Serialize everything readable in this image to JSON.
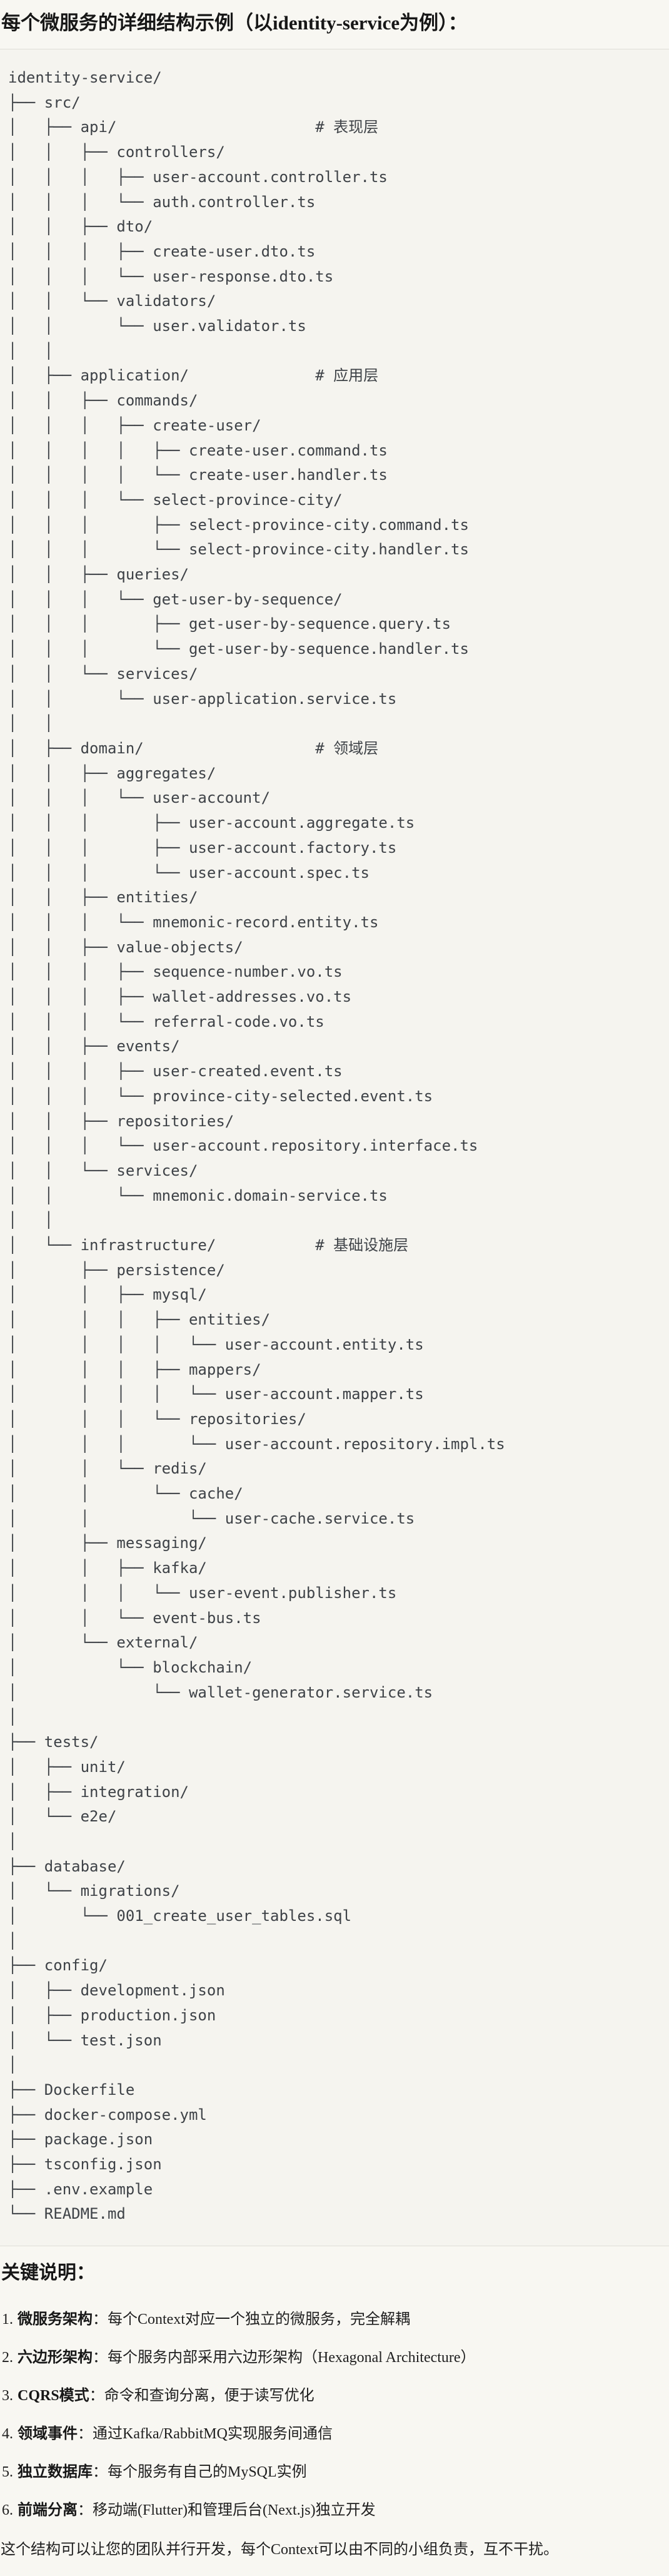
{
  "title": "每个微服务的详细结构示例（以identity-service为例）：",
  "tree": {
    "lines": [
      "identity-service/",
      "├── src/",
      "│   ├── api/                      # 表现层",
      "│   │   ├── controllers/",
      "│   │   │   ├── user-account.controller.ts",
      "│   │   │   └── auth.controller.ts",
      "│   │   ├── dto/",
      "│   │   │   ├── create-user.dto.ts",
      "│   │   │   └── user-response.dto.ts",
      "│   │   └── validators/",
      "│   │       └── user.validator.ts",
      "│   │",
      "│   ├── application/              # 应用层",
      "│   │   ├── commands/",
      "│   │   │   ├── create-user/",
      "│   │   │   │   ├── create-user.command.ts",
      "│   │   │   │   └── create-user.handler.ts",
      "│   │   │   └── select-province-city/",
      "│   │   │       ├── select-province-city.command.ts",
      "│   │   │       └── select-province-city.handler.ts",
      "│   │   ├── queries/",
      "│   │   │   └── get-user-by-sequence/",
      "│   │   │       ├── get-user-by-sequence.query.ts",
      "│   │   │       └── get-user-by-sequence.handler.ts",
      "│   │   └── services/",
      "│   │       └── user-application.service.ts",
      "│   │",
      "│   ├── domain/                   # 领域层",
      "│   │   ├── aggregates/",
      "│   │   │   └── user-account/",
      "│   │   │       ├── user-account.aggregate.ts",
      "│   │   │       ├── user-account.factory.ts",
      "│   │   │       └── user-account.spec.ts",
      "│   │   ├── entities/",
      "│   │   │   └── mnemonic-record.entity.ts",
      "│   │   ├── value-objects/",
      "│   │   │   ├── sequence-number.vo.ts",
      "│   │   │   ├── wallet-addresses.vo.ts",
      "│   │   │   └── referral-code.vo.ts",
      "│   │   ├── events/",
      "│   │   │   ├── user-created.event.ts",
      "│   │   │   └── province-city-selected.event.ts",
      "│   │   ├── repositories/",
      "│   │   │   └── user-account.repository.interface.ts",
      "│   │   └── services/",
      "│   │       └── mnemonic.domain-service.ts",
      "│   │",
      "│   └── infrastructure/           # 基础设施层",
      "│       ├── persistence/",
      "│       │   ├── mysql/",
      "│       │   │   ├── entities/",
      "│       │   │   │   └── user-account.entity.ts",
      "│       │   │   ├── mappers/",
      "│       │   │   │   └── user-account.mapper.ts",
      "│       │   │   └── repositories/",
      "│       │   │       └── user-account.repository.impl.ts",
      "│       │   └── redis/",
      "│       │       └── cache/",
      "│       │           └── user-cache.service.ts",
      "│       ├── messaging/",
      "│       │   ├── kafka/",
      "│       │   │   └── user-event.publisher.ts",
      "│       │   └── event-bus.ts",
      "│       └── external/",
      "│           └── blockchain/",
      "│               └── wallet-generator.service.ts",
      "│",
      "├── tests/",
      "│   ├── unit/",
      "│   ├── integration/",
      "│   └── e2e/",
      "│",
      "├── database/",
      "│   └── migrations/",
      "│       └── 001_create_user_tables.sql",
      "│",
      "├── config/",
      "│   ├── development.json",
      "│   ├── production.json",
      "│   └── test.json",
      "│",
      "├── Dockerfile",
      "├── docker-compose.yml",
      "├── package.json",
      "├── tsconfig.json",
      "├── .env.example",
      "└── README.md"
    ]
  },
  "notes": {
    "heading": "关键说明：",
    "items": [
      {
        "num": "1.",
        "term": "微服务架构",
        "desc": "：每个Context对应一个独立的微服务，完全解耦"
      },
      {
        "num": "2.",
        "term": "六边形架构",
        "desc": "：每个服务内部采用六边形架构（Hexagonal Architecture）"
      },
      {
        "num": "3.",
        "term": "CQRS模式",
        "desc": "：命令和查询分离，便于读写优化"
      },
      {
        "num": "4.",
        "term": "领域事件",
        "desc": "：通过Kafka/RabbitMQ实现服务间通信"
      },
      {
        "num": "5.",
        "term": "独立数据库",
        "desc": "：每个服务有自己的MySQL实例"
      },
      {
        "num": "6.",
        "term": "前端分离",
        "desc": "：移动端(Flutter)和管理后台(Next.js)独立开发"
      }
    ]
  },
  "closing": "这个结构可以让您的团队并行开发，每个Context可以由不同的小组负责，互不干扰。",
  "colors": {
    "page-bg": "#f8f7f2",
    "code-bg": "#f5f4ef",
    "divider": "#e0dfd8",
    "tree-text": "#3e4247",
    "heading-text": "#171717",
    "body-text": "#1f1f1f"
  }
}
